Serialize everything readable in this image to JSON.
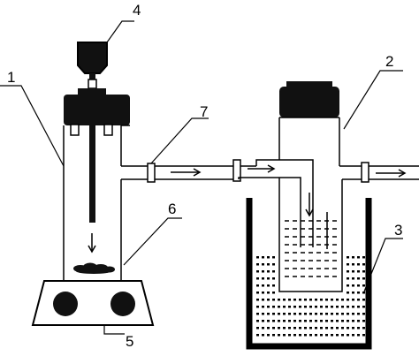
{
  "labels": {
    "l1": "1",
    "l2": "2",
    "l3": "3",
    "l4": "4",
    "l5": "5",
    "l6": "6",
    "l7": "7"
  },
  "colors": {
    "stroke": "#000000",
    "fill_dark": "#111111",
    "background": "#ffffff"
  }
}
